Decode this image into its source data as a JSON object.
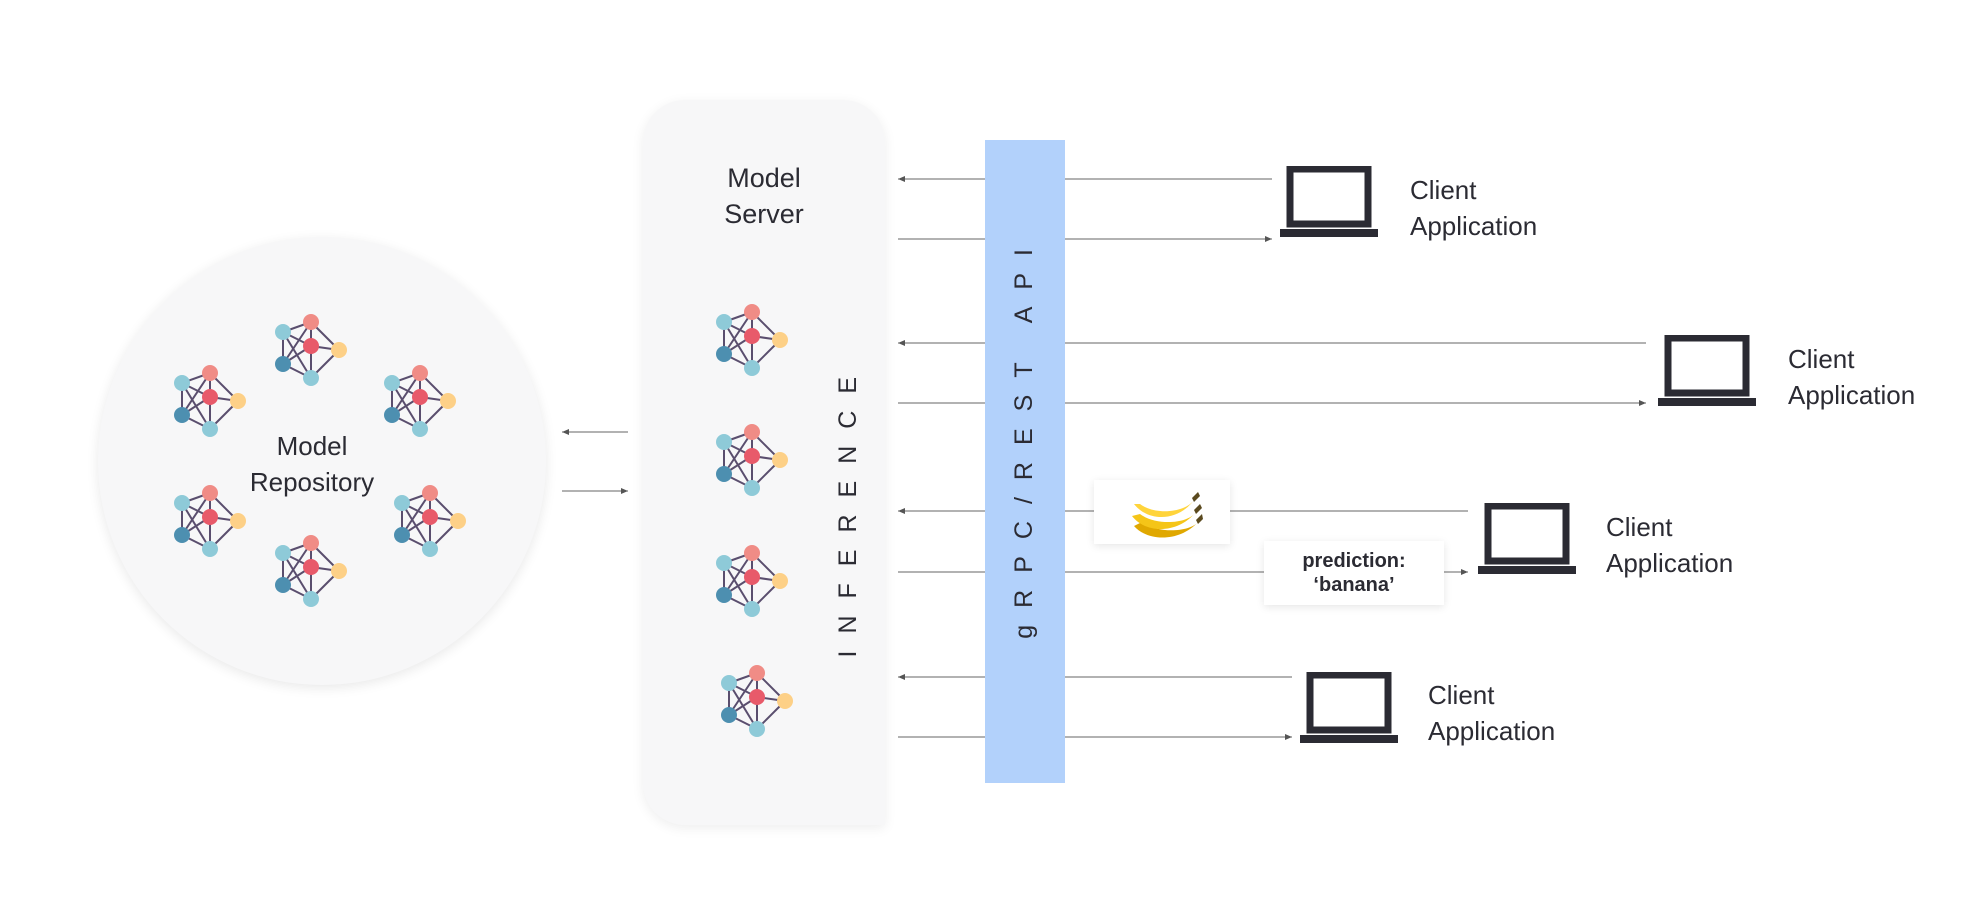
{
  "repository": {
    "label_line1": "Model",
    "label_line2": "Repository"
  },
  "server": {
    "title_line1": "Model",
    "title_line2": "Server",
    "inference_label": "INFERENCE"
  },
  "api": {
    "label": "gRPC/REST API"
  },
  "clients": [
    {
      "line1": "Client",
      "line2": "Application"
    },
    {
      "line1": "Client",
      "line2": "Application"
    },
    {
      "line1": "Client",
      "line2": "Application"
    },
    {
      "line1": "Client",
      "line2": "Application"
    }
  ],
  "request": {
    "image": "banana-image"
  },
  "response": {
    "line1": "prediction:",
    "line2": "‘banana’"
  },
  "colors": {
    "api_bar": "#b2d1fb",
    "node_salmon": "#f08c86",
    "node_red": "#e85a6a",
    "node_lightblue": "#8ecad8",
    "node_teal": "#4d8fb0",
    "node_yellow": "#fdd087",
    "edge": "#5a4e6e"
  }
}
